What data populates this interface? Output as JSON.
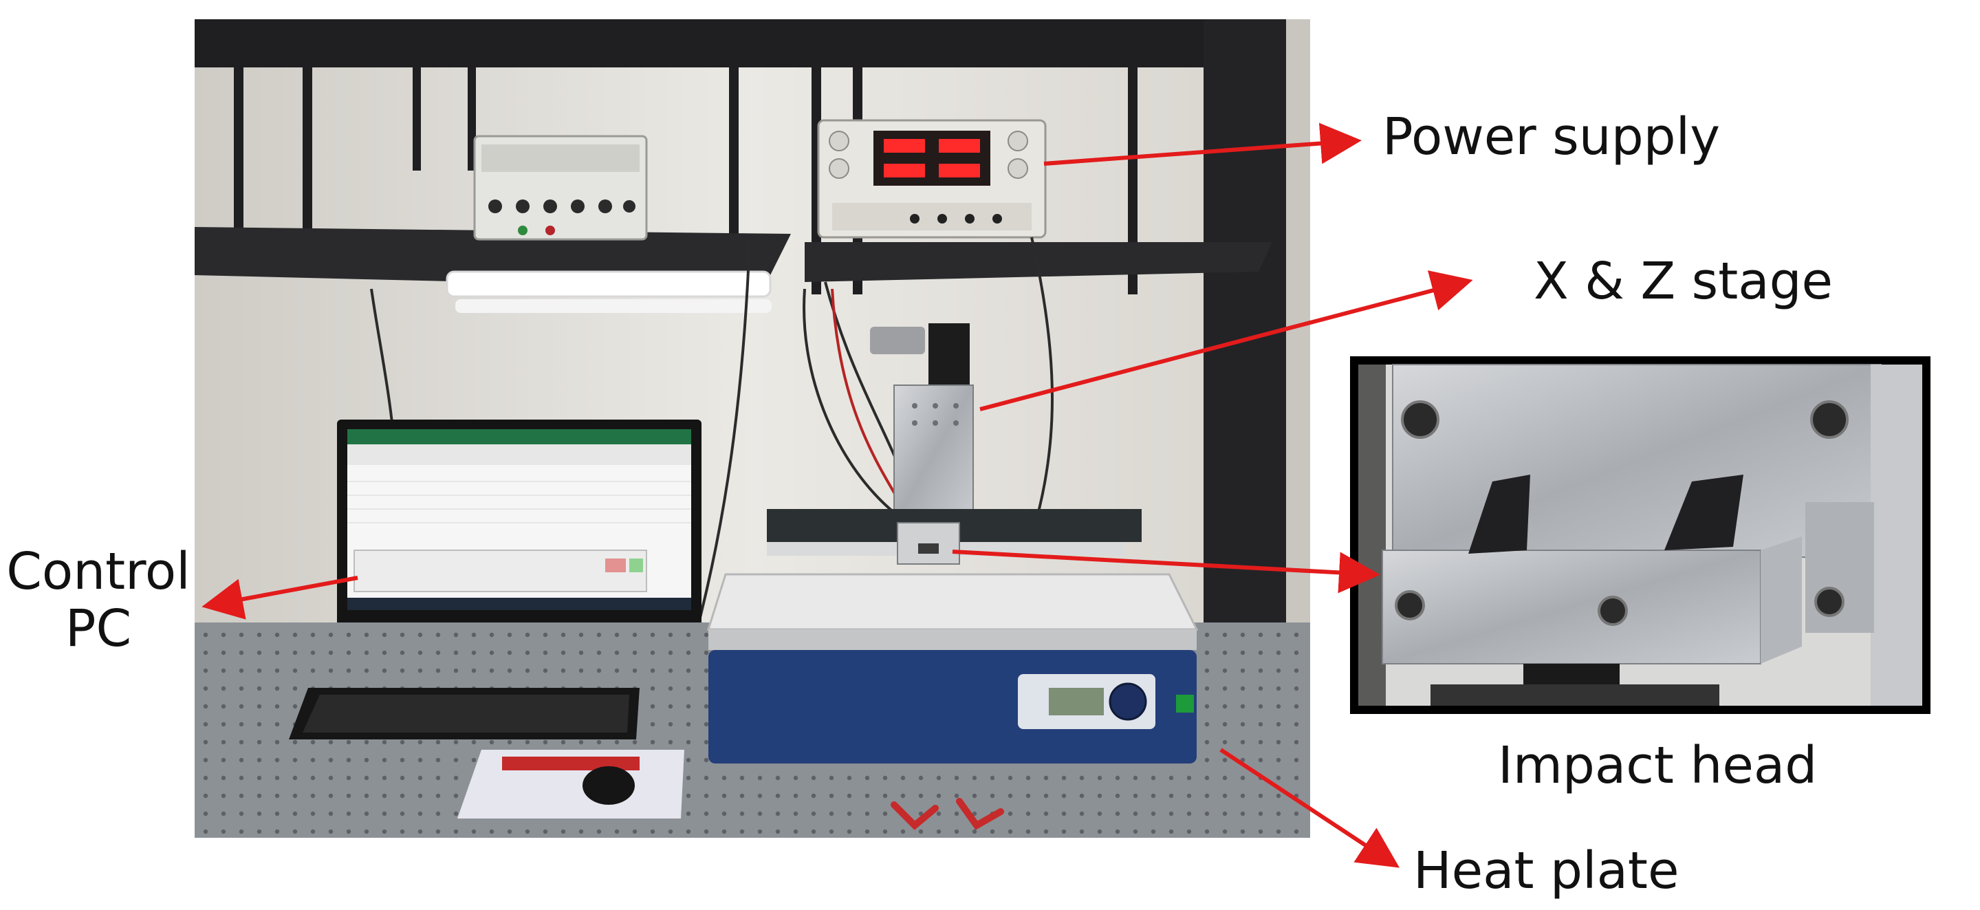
{
  "labels": {
    "power_supply": "Power supply",
    "xz_stage": "X & Z stage",
    "control_pc_line1": "Control",
    "control_pc_line2": "PC",
    "impact_head": "Impact head",
    "heat_plate": "Heat plate"
  },
  "colors": {
    "arrow": "#e31b1b",
    "optical_table": "#8c9196",
    "rack_frame": "#1f1f22",
    "wall": "#e6e4de",
    "heat_plate_base": "#233f7a",
    "heat_plate_top": "#e9e9ea",
    "aluminum": "#b9bcc0",
    "display_red": "#ff2a2a",
    "monitor_frame": "#141414",
    "inset_border": "#000000"
  },
  "icons": [
    "power-supply-display",
    "keyboard",
    "mouse",
    "pliers"
  ]
}
